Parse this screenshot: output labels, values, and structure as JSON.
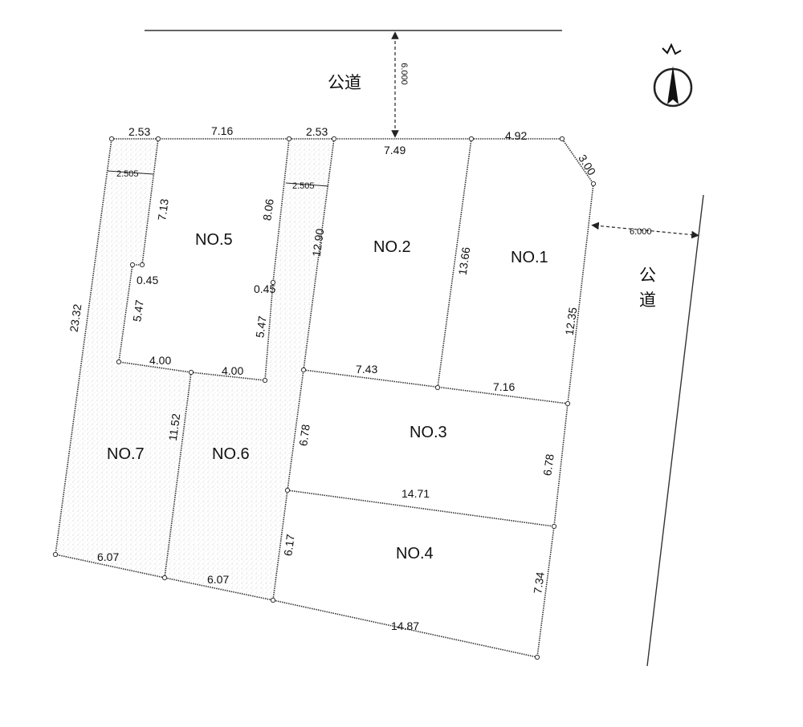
{
  "roads": {
    "north_label": "公道",
    "east_label_top": "公",
    "east_label_bottom": "道",
    "north_width": "6.000",
    "east_width": "6.000"
  },
  "lots": {
    "no1": "NO.1",
    "no2": "NO.2",
    "no3": "NO.3",
    "no4": "NO.4",
    "no5": "NO.5",
    "no6": "NO.6",
    "no7": "NO.7"
  },
  "dims": {
    "top_2_53_left": "2.53",
    "top_7_16": "7.16",
    "top_2_53_mid": "2.53",
    "top_7_49": "7.49",
    "top_4_92": "4.92",
    "corner_3_00": "3.00",
    "access_2_505_left": "2.505",
    "access_2_505_mid": "2.505",
    "v_7_13": "7.13",
    "v_8_06": "8.06",
    "v_12_90": "12.90",
    "v_13_66": "13.66",
    "v_12_35": "12.35",
    "v_23_32": "23.32",
    "jog_0_45_left": "0.45",
    "jog_0_45_right": "0.45",
    "v_5_47_left": "5.47",
    "v_5_47_right": "5.47",
    "h_4_00_left": "4.00",
    "h_4_00_right": "4.00",
    "h_7_43": "7.43",
    "h_7_16": "7.16",
    "v_11_52": "11.52",
    "v_6_78_left": "6.78",
    "v_6_78_right": "6.78",
    "h_14_71": "14.71",
    "v_6_17": "6.17",
    "v_7_34": "7.34",
    "b_6_07_left": "6.07",
    "b_6_07_mid": "6.07",
    "b_14_87": "14.87"
  }
}
